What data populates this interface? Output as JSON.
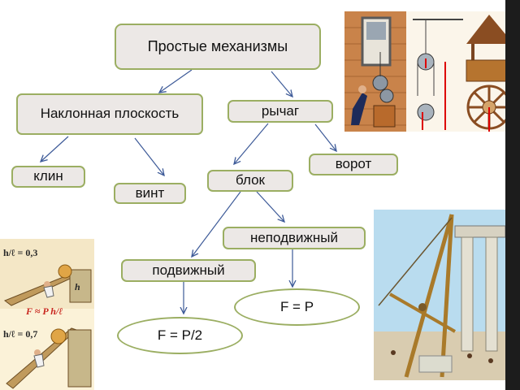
{
  "colors": {
    "node_border": "#9bae62",
    "node_fill": "#ece8e6",
    "arrow": "#3d5a98"
  },
  "diagram": {
    "root": "Простые механизмы",
    "inclined_plane": "Наклонная плоскость",
    "lever": "рычаг",
    "wedge": "клин",
    "screw": "винт",
    "block": "блок",
    "windlass": "ворот",
    "fixed": "неподвижный",
    "movable": "подвижный",
    "formula_fixed": "F = P",
    "formula_movable": "F = P/2"
  },
  "illustrations": {
    "incline_top_ratio": "h/ℓ = 0,3",
    "incline_mid_formula": "F ≈ P h/ℓ",
    "incline_bottom_ratio": "h/ℓ = 0,7",
    "incline_h": "h"
  }
}
